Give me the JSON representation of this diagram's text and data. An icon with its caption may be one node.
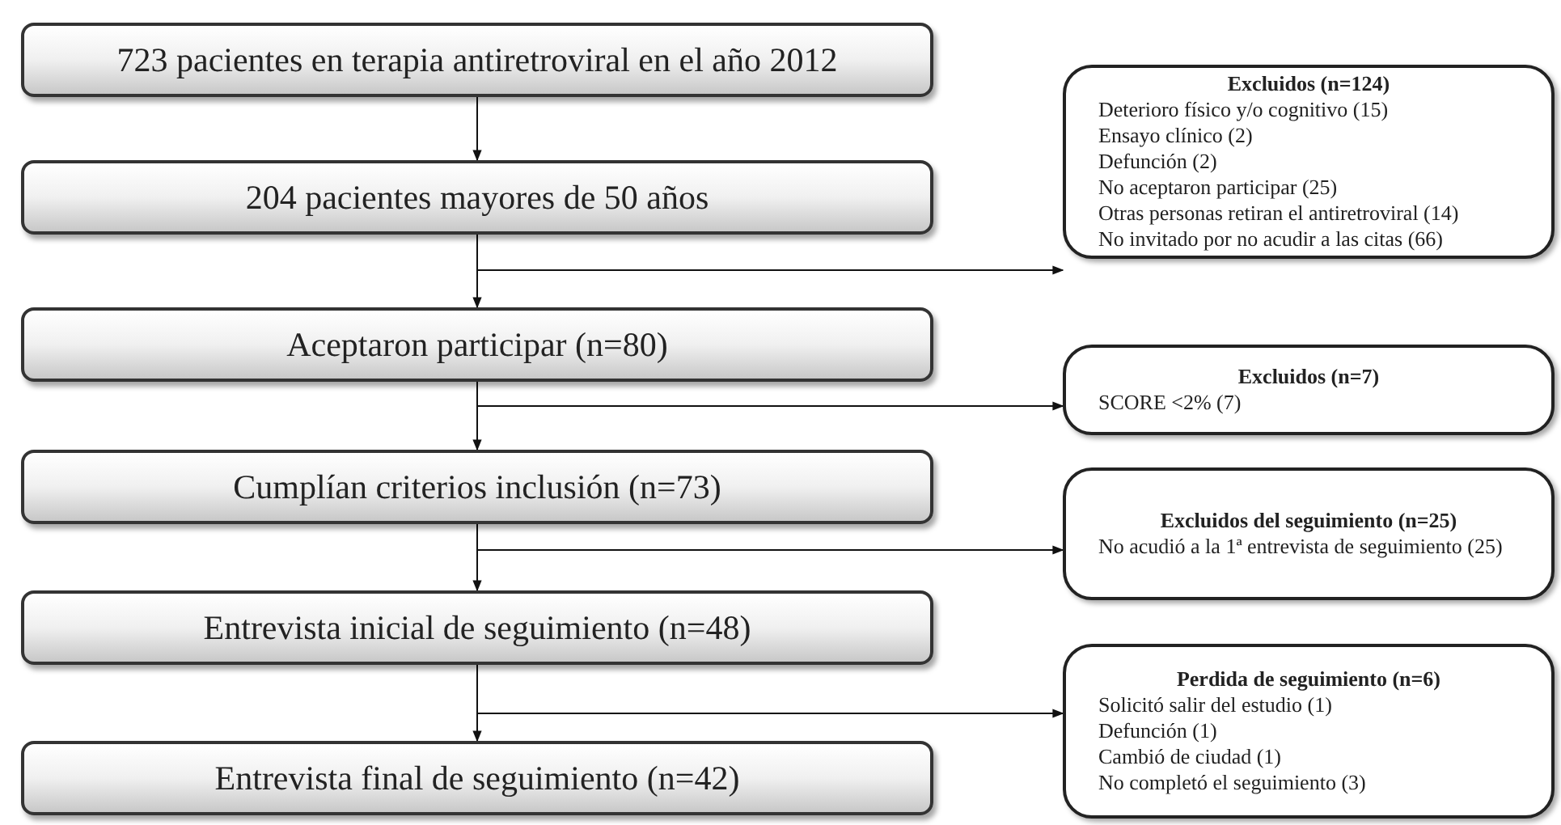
{
  "diagram": {
    "nodes": [
      {
        "text": [
          "723 pacientes en terapia antiretroviral en el año 2012"
        ]
      },
      {
        "text": [
          "204 pacientes mayores de 50 años"
        ]
      },
      {
        "text": [
          "Aceptaron participar (n=80)"
        ]
      },
      {
        "text": [
          "Cumplían criterios inclusión (n=73)"
        ]
      },
      {
        "text": [
          "Entrevista inicial de seguimiento (n=48)"
        ]
      },
      {
        "text": [
          "Entrevista final de seguimiento (n=42)"
        ]
      },
      {
        "text": [
          "Excluidos (n=124)",
          "Deterioro físico y/o cognitivo (15)",
          "Ensayo clínico (2)",
          "Defunción (2)",
          "No aceptaron participar (25)",
          "Otras personas retiran el antiretroviral (14)",
          "No invitado por no acudir a las citas (66)"
        ]
      },
      {
        "text": [
          "Excluidos (n=7)",
          "SCORE <2% (7)"
        ]
      },
      {
        "text": [
          "Excluidos del seguimiento (n=25)",
          "No acudió a la 1ª entrevista de seguimiento (25)"
        ]
      },
      {
        "text": [
          "Perdida de seguimiento (n=6)",
          "Solicitó salir del estudio (1)",
          "Defunción (1)",
          "Cambió de ciudad (1)",
          "No completó el seguimiento (3)"
        ]
      }
    ],
    "edges": [
      {
        "from": 0,
        "to": 1,
        "arrow": "to"
      },
      {
        "from": 1,
        "to": 2,
        "arrow": "to"
      },
      {
        "from": 1,
        "to": 6,
        "arrow": "to"
      },
      {
        "from": 2,
        "to": 3,
        "arrow": "to"
      },
      {
        "from": 2,
        "to": 7,
        "arrow": "to"
      },
      {
        "from": 3,
        "to": 4,
        "arrow": "to"
      },
      {
        "from": 3,
        "to": 8,
        "arrow": "to"
      },
      {
        "from": 4,
        "to": 5,
        "arrow": "to"
      },
      {
        "from": 4,
        "to": 9,
        "arrow": "to"
      }
    ]
  }
}
